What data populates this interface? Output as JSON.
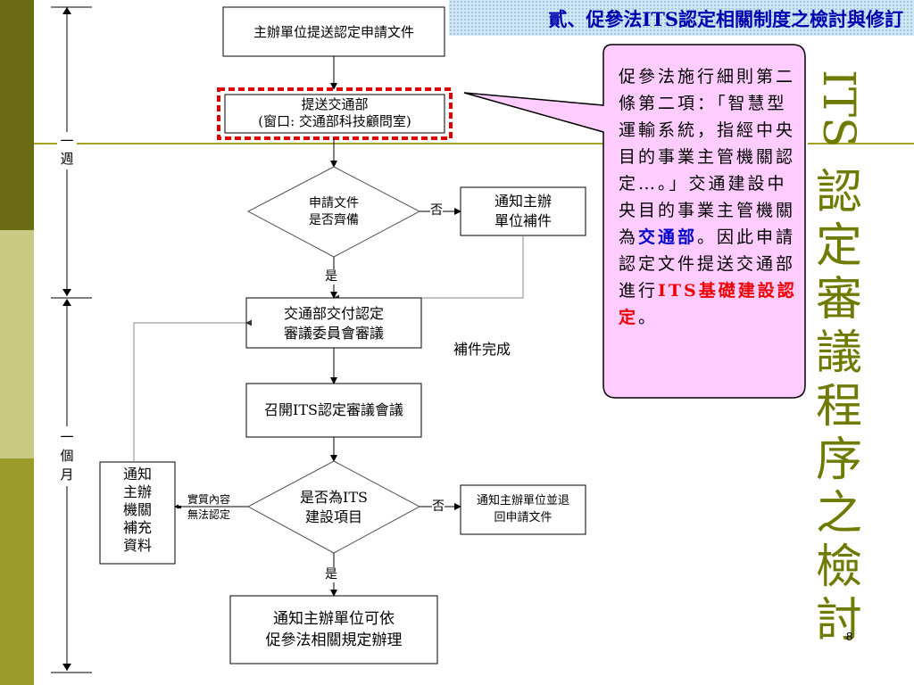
{
  "banner": {
    "title": "貳、促參法ITS認定相關制度之檢討與修訂"
  },
  "timeline": {
    "week": "一\n週",
    "month": "一\n個\n月"
  },
  "flow": {
    "step1": "主辦單位提送認定申請文件",
    "step2_line1": "提送交通部",
    "step2_line2": "(窗口: 交通部科技顧問室)",
    "decision1_line1": "申請文件",
    "decision1_line2": "是否齊備",
    "no1": "否",
    "notify_fix_line1": "通知主辦",
    "notify_fix_line2": "單位補件",
    "yes1": "是",
    "review_line1": "交通部交付認定",
    "review_line2": "審議委員會審議",
    "fix_done": "補件完成",
    "meeting": "召開ITS認定審議會議",
    "decision2_line1": "是否為ITS",
    "decision2_line2": "建設項目",
    "no2": "否",
    "reject_line1": "通知主辦單位並退",
    "reject_line2": "回申請文件",
    "supplement_reason_line1": "實質內容",
    "supplement_reason_line2": "無法認定",
    "notify_agency": "通知\n主辦\n機關\n補充\n資料",
    "yes2": "是",
    "final_line1": "通知主辦單位可依",
    "final_line2": "促參法相關規定辦理"
  },
  "callout": {
    "text_a": "促參法施行細則第二條第二項：「智慧型運輸系統，指經中央目的事業主管機關認定…。」交通建設中央目的事業主管機關為",
    "text_b": "交通部",
    "text_c": "。因此申請認定文件提送交通部進行",
    "text_d": "ITS基礎建設認定",
    "text_e": "。"
  },
  "side_title": {
    "latin": "ITS",
    "chinese": "認定審議程序之檢討"
  },
  "page_number": "8",
  "colors": {
    "sidebar_dark": "#6b6b14",
    "sidebar_light": "#c9c983",
    "sidebar_mid": "#9b9b2a",
    "callout_fill": "#ffccff",
    "title_green": "#6f7a00",
    "dashed_red": "#e00000"
  }
}
